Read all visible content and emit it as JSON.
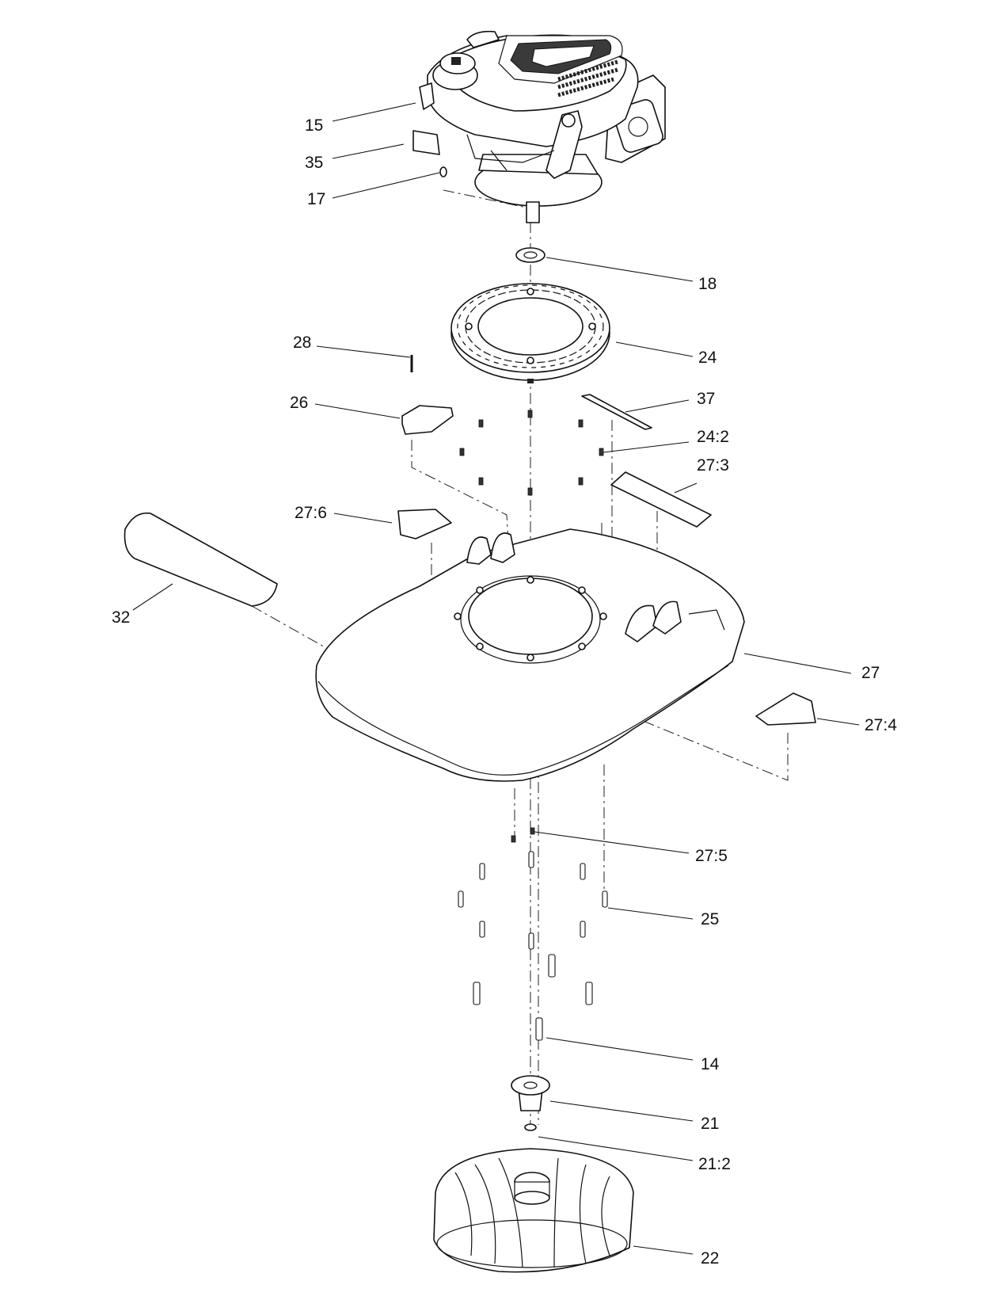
{
  "labels": {
    "l15": "15",
    "l35": "35",
    "l17": "17",
    "l18": "18",
    "l24": "24",
    "l28": "28",
    "l26": "26",
    "l37": "37",
    "l24_2": "24:2",
    "l27_3": "27:3",
    "l27_6": "27:6",
    "l32": "32",
    "l27": "27",
    "l27_4": "27:4",
    "l27_5": "27:5",
    "l25": "25",
    "l14": "14",
    "l21": "21",
    "l21_2": "21:2",
    "l22": "22"
  }
}
